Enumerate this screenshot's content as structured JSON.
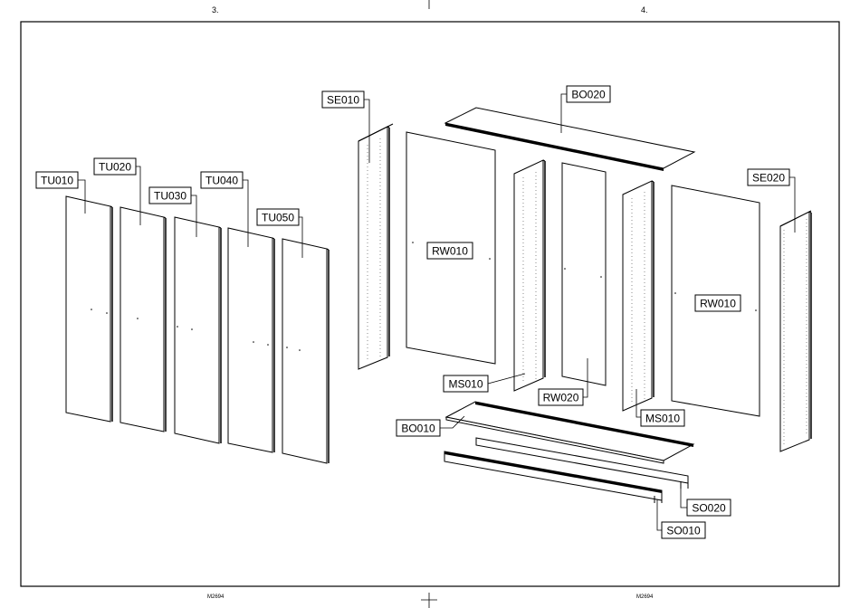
{
  "pages": {
    "left": "3.",
    "right": "4."
  },
  "footer": {
    "left_code": "M2694",
    "right_code": "M2694"
  },
  "parts": {
    "TU010": "TU010",
    "TU020": "TU020",
    "TU030": "TU030",
    "TU040": "TU040",
    "TU050": "TU050",
    "SE010": "SE010",
    "BO020": "BO020",
    "RW010_left": "RW010",
    "MS010_left": "MS010",
    "RW020": "RW020",
    "MS010_right": "MS010",
    "RW010_right": "RW010",
    "SE020": "SE020",
    "BO010": "BO010",
    "SO020": "SO020",
    "SO010": "SO010"
  }
}
